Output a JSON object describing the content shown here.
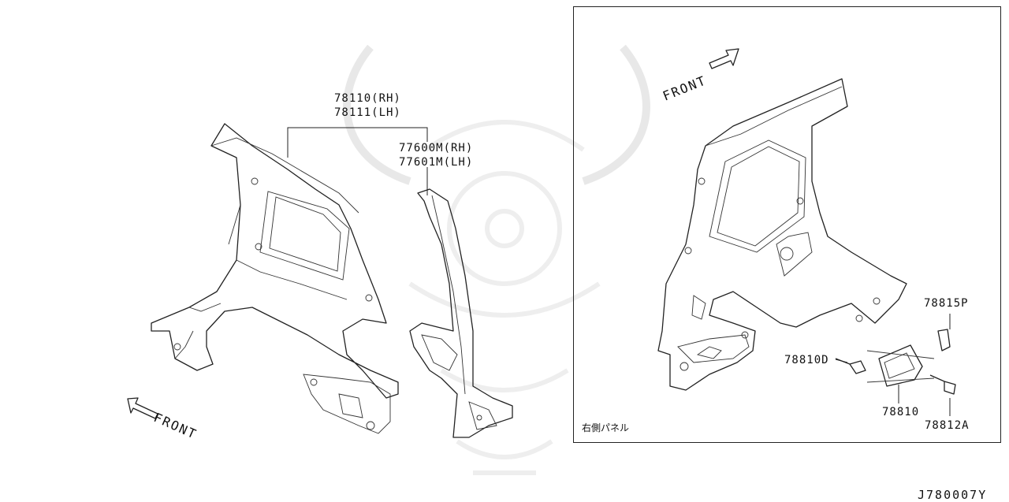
{
  "diagram_id": "J780007Y",
  "main_view": {
    "front_label": "FRONT",
    "labels": {
      "rear_fender_rh": "78110(RH)",
      "rear_fender_lh": "78111(LH)",
      "pillar_rh": "77600M(RH)",
      "pillar_lh": "77601M(LH)"
    }
  },
  "inset_view": {
    "front_label": "FRONT",
    "caption": "右側パネル",
    "labels": {
      "bracket": "78815P",
      "fuel_lid_screw": "78810D",
      "fuel_lid": "78810",
      "screw": "78812A"
    }
  }
}
